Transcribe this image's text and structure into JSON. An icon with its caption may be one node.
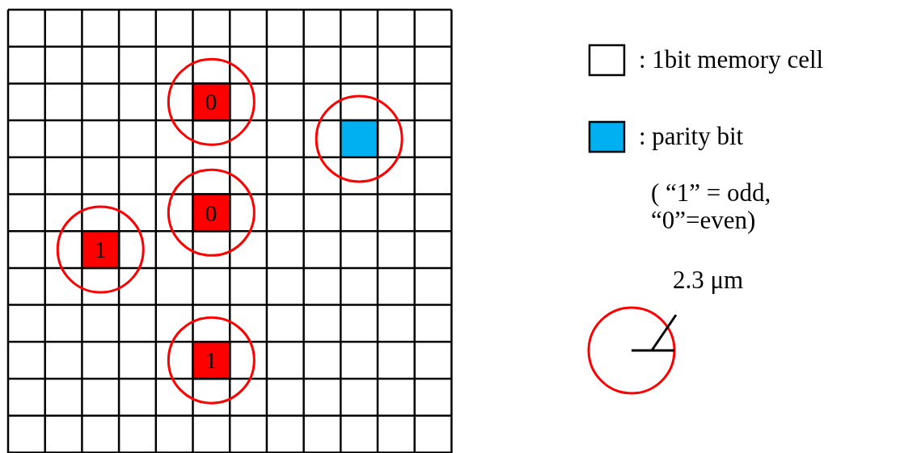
{
  "diagram": {
    "labels": [
      "0",
      "0",
      "1",
      "1",
      "( “1” = odd, “0”=even)",
      "2.3 μm"
    ],
    "legend": [
      {
        "text": ": 1bit memory cell",
        "color": "#ffffff"
      },
      {
        "text": ": parity bit",
        "color": "#00b0f0"
      }
    ]
  }
}
